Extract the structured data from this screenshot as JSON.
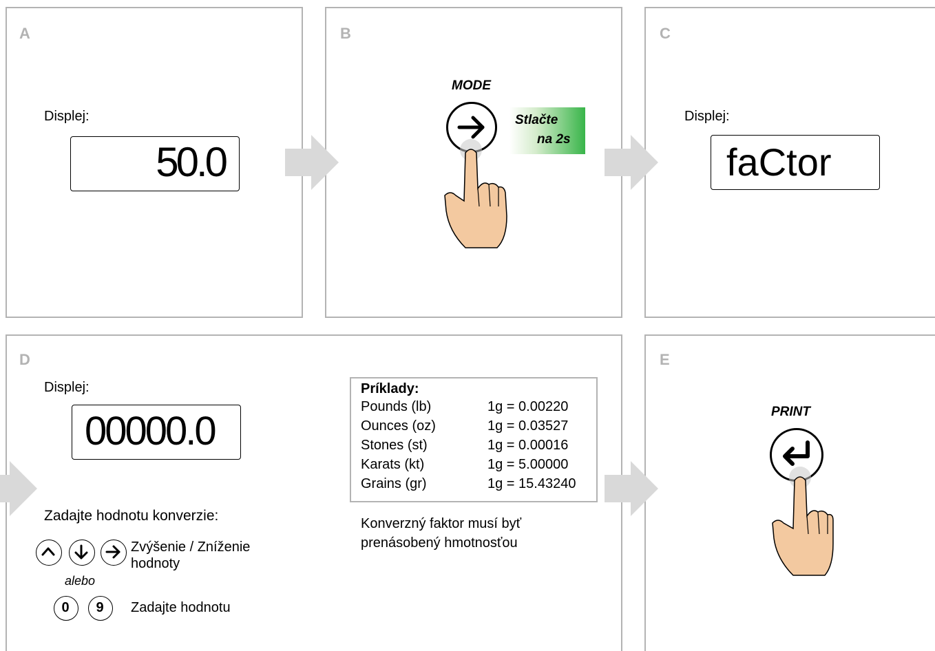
{
  "panels": {
    "a": {
      "label": "A",
      "display_label": "Displej:",
      "display_value": "50.0"
    },
    "b": {
      "label": "B",
      "button_name": "MODE",
      "press_text_1": "Stlačte",
      "press_text_2": "na 2s"
    },
    "c": {
      "label": "C",
      "display_label": "Displej:",
      "display_value": "faCtor"
    },
    "d": {
      "label": "D",
      "display_label": "Displej:",
      "display_value": "00000.0",
      "enter_value_text": "Zadajte hodnotu konverzie:",
      "incdec_text_1": "Zvýšenie  /  Zníženie",
      "incdec_text_2": "hodnoty",
      "or_text": "alebo",
      "key_0": "0",
      "key_9": "9",
      "enter_text": "Zadajte hodnotu",
      "examples_title": "Príklady:",
      "examples": [
        {
          "unit": "Pounds (lb)",
          "factor": "1g = 0.00220"
        },
        {
          "unit": "Ounces (oz)",
          "factor": "1g = 0.03527"
        },
        {
          "unit": "Stones (st)",
          "factor": "1g = 0.00016"
        },
        {
          "unit": "Karats (kt)",
          "factor": "1g = 5.00000"
        },
        {
          "unit": "Grains (gr)",
          "factor": "1g =  15.43240"
        }
      ],
      "note_1": "Konverzný faktor musí byť",
      "note_2": "prenásobený hmotnosťou"
    },
    "e": {
      "label": "E",
      "button_name": "PRINT"
    }
  },
  "colors": {
    "panel_border": "#b3b3b3",
    "flow_arrow": "#d9d9d9",
    "hand_fill": "#f3c9a0",
    "press_gradient_end": "#39b54a"
  }
}
